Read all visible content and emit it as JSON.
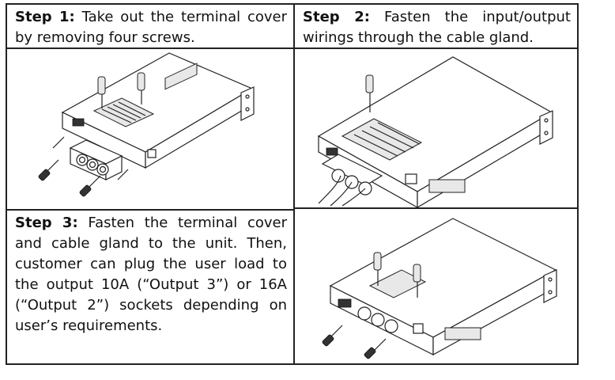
{
  "steps": [
    {
      "label": "Step 1:",
      "text": "Take out the terminal cover by removing four screws."
    },
    {
      "label": "Step  2:",
      "text": "Fasten  the  input/output wirings through the cable gland."
    },
    {
      "label": "Step 3:",
      "text": "Fasten the terminal cover and cable gland to the unit. Then, customer can plug the user load to the output 10A (“Output 3”) or 16A (“Output 2”) sockets depending on user’s requirements."
    }
  ]
}
